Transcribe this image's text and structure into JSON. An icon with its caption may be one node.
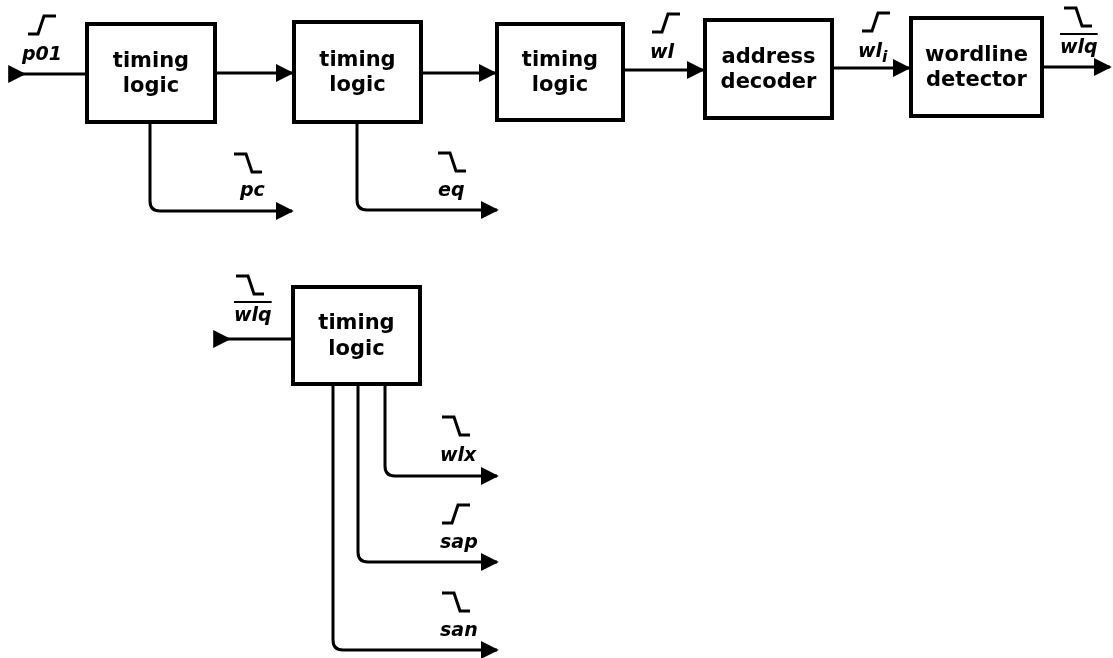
{
  "diagram": {
    "nodes": [
      {
        "text": [
          "timing logic"
        ]
      },
      {
        "text": [
          "timing logic"
        ]
      },
      {
        "text": [
          "timing logic"
        ]
      },
      {
        "text": [
          "address decoder"
        ]
      },
      {
        "text": [
          "wordline detector"
        ]
      },
      {
        "text": [
          "timing logic"
        ]
      }
    ],
    "edges": [
      {
        "from": null,
        "to": 0,
        "arrow": "other",
        "label": "p01"
      },
      {
        "from": 0,
        "to": 1,
        "arrow": "to"
      },
      {
        "from": 1,
        "to": 2,
        "arrow": "to"
      },
      {
        "from": 2,
        "to": 3,
        "arrow": "to",
        "label": "wl"
      },
      {
        "from": 3,
        "to": 4,
        "arrow": "to",
        "label": "wl$_{i}$"
      },
      {
        "from": 4,
        "to": null,
        "arrow": "to",
        "label": "wlq"
      },
      {
        "from": 0,
        "to": null,
        "arrow": "to",
        "label": "pc"
      },
      {
        "from": 1,
        "to": null,
        "arrow": "to",
        "label": "eq"
      },
      {
        "from": null,
        "to": 5,
        "arrow": "other",
        "label": "wlq"
      },
      {
        "from": 5,
        "to": null,
        "arrow": "to",
        "label": "wlx"
      },
      {
        "from": 5,
        "to": null,
        "arrow": "to",
        "label": "sap"
      },
      {
        "from": 5,
        "to": null,
        "arrow": "to",
        "label": "san"
      }
    ]
  }
}
